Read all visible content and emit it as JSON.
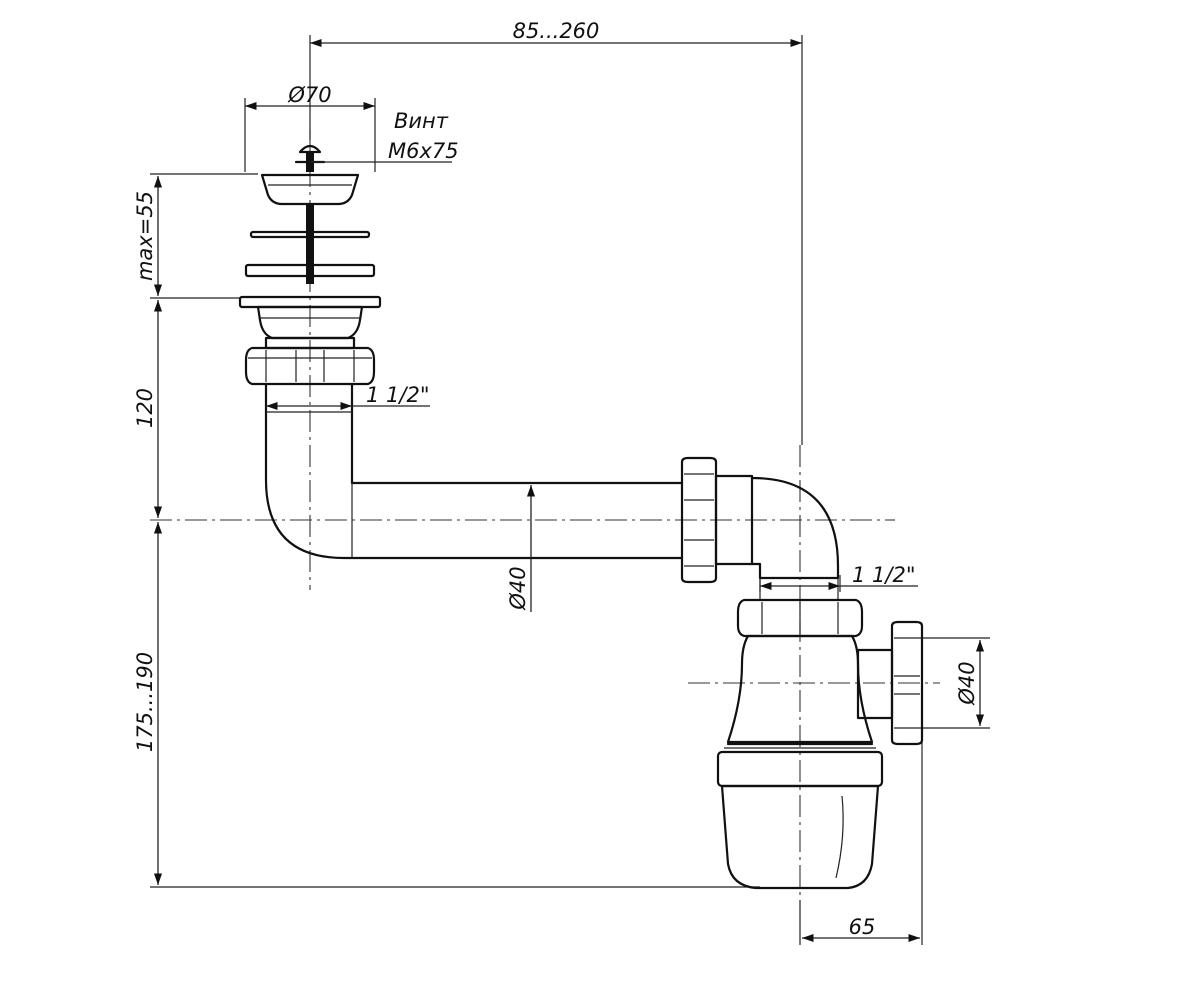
{
  "dimensions": {
    "horizontal_top": "85...260",
    "strainer_diameter": "Ø70",
    "screw_label": "Винт",
    "screw_size": "M6x75",
    "thread_upper": "1 1/2\"",
    "thread_lower": "1 1/2\"",
    "height_max": "max=55",
    "height_outlet": "120",
    "height_trap": "175...190",
    "pipe_diameter": "Ø40",
    "outlet_diameter": "Ø40",
    "outlet_offset": "65"
  }
}
